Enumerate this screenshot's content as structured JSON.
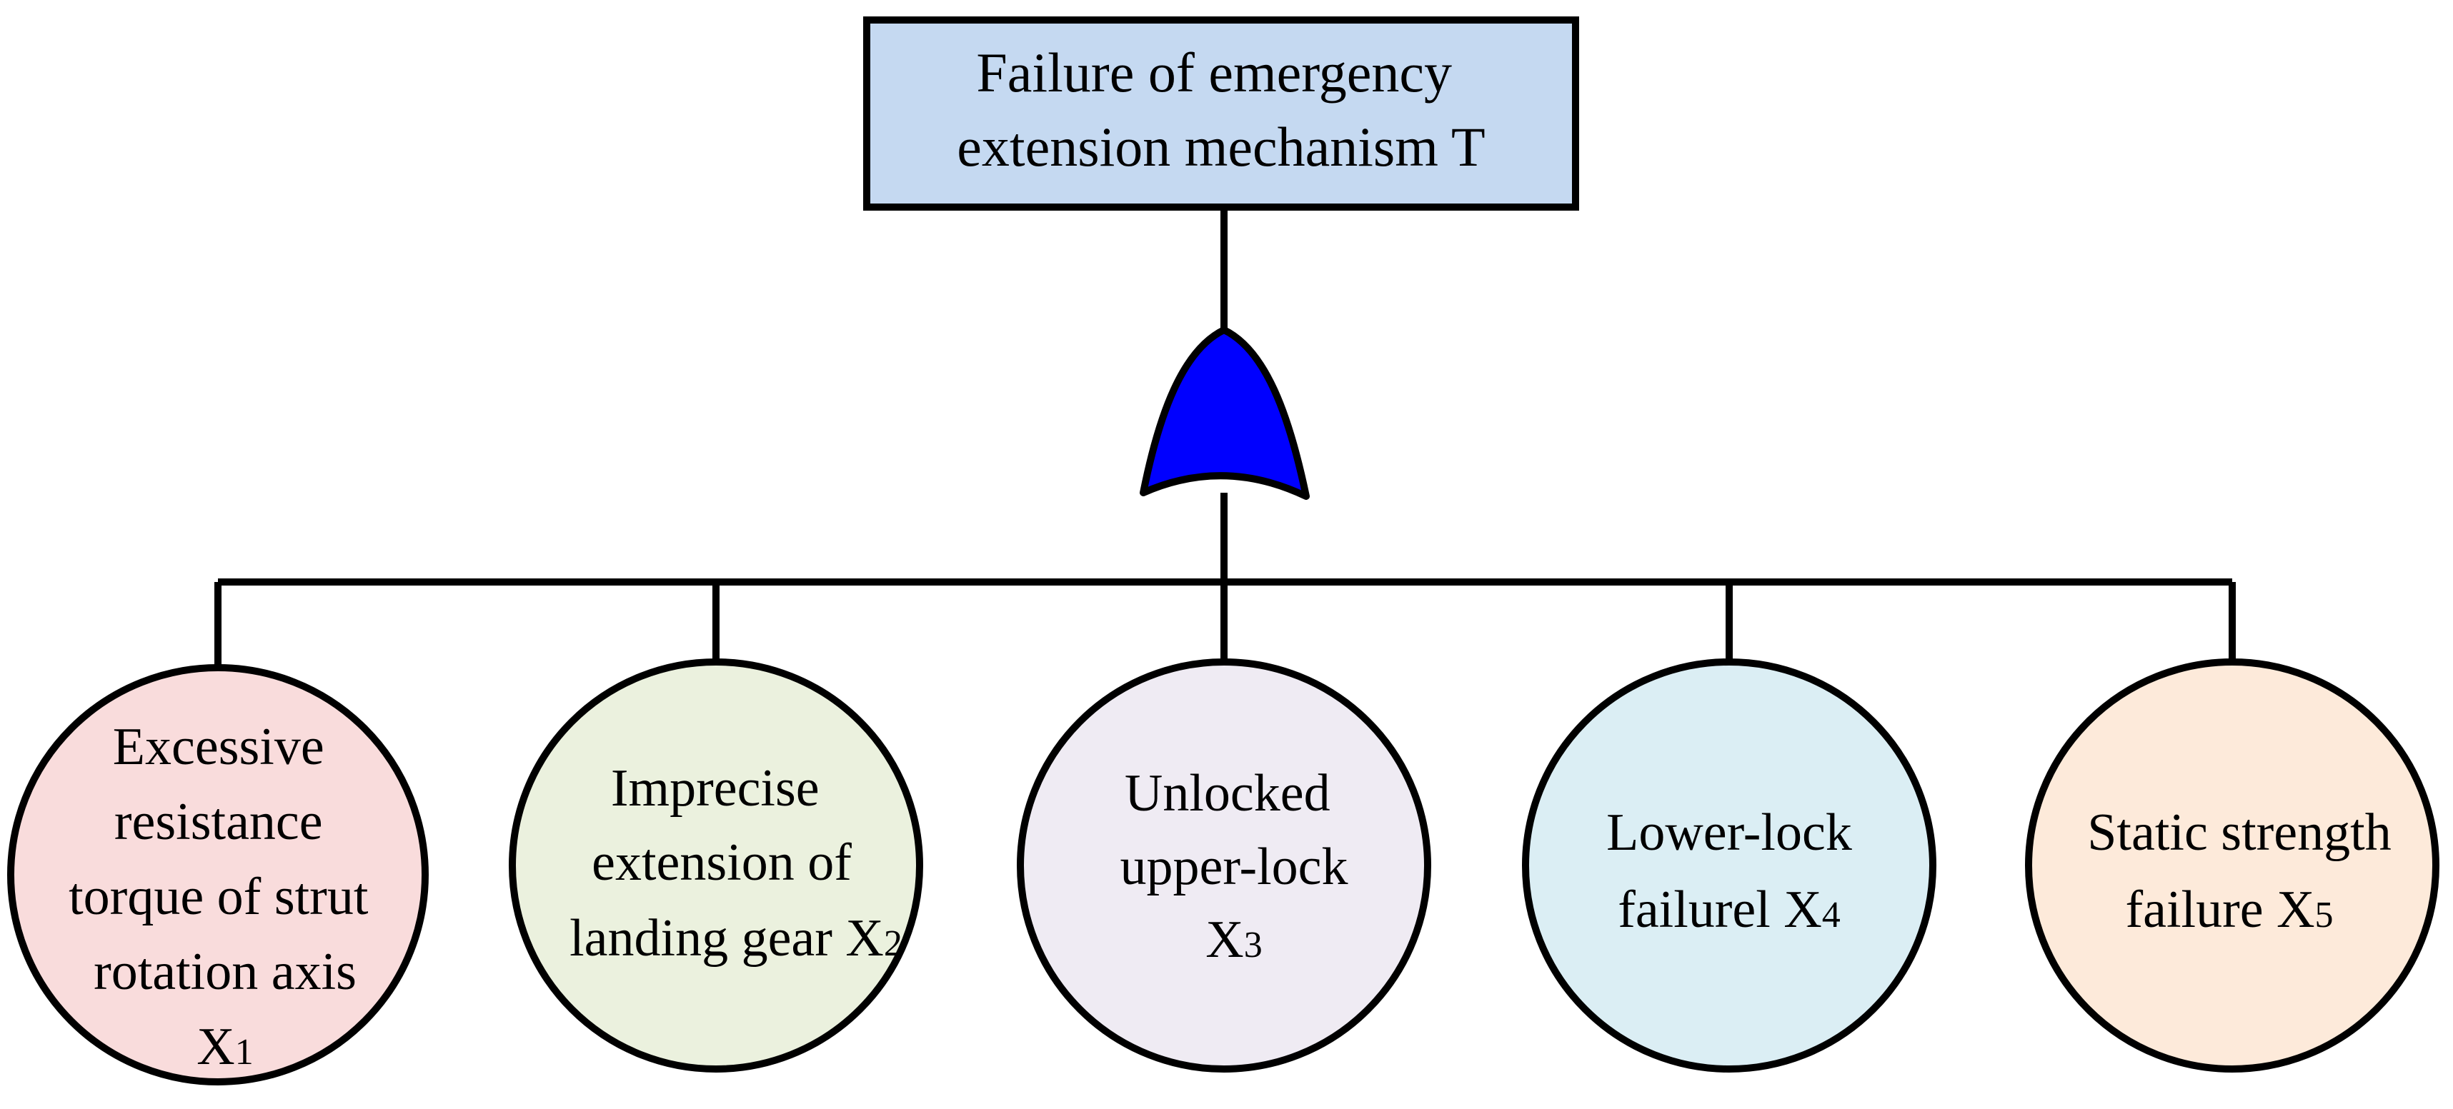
{
  "top_event": {
    "lines": [
      "Failure of emergency",
      "extension mechanism T"
    ],
    "fill": "#c5d9f1"
  },
  "gate": {
    "type": "or-gate-icon",
    "fill": "#0000ff"
  },
  "basic_events": [
    {
      "lines": [
        "Excessive",
        "resistance",
        "torque of strut",
        "rotation axis"
      ],
      "symbol": "X",
      "subscript": "1",
      "fill": "#f9dcdc"
    },
    {
      "lines": [
        "Imprecise",
        "extension of",
        "landing gear"
      ],
      "symbol": "X",
      "subscript": "2",
      "fill": "#ebf1de"
    },
    {
      "lines": [
        "Unlocked",
        "upper-lock"
      ],
      "symbol": "X",
      "subscript": "3",
      "fill": "#efebf3"
    },
    {
      "lines": [
        "Lower-lock"
      ],
      "tail": "failurel",
      "symbol": "X",
      "subscript": "4",
      "fill": "#dbeef4"
    },
    {
      "lines": [
        "Static strength"
      ],
      "tail": "failure",
      "symbol": "X",
      "subscript": "5",
      "fill": "#fdeada"
    }
  ]
}
